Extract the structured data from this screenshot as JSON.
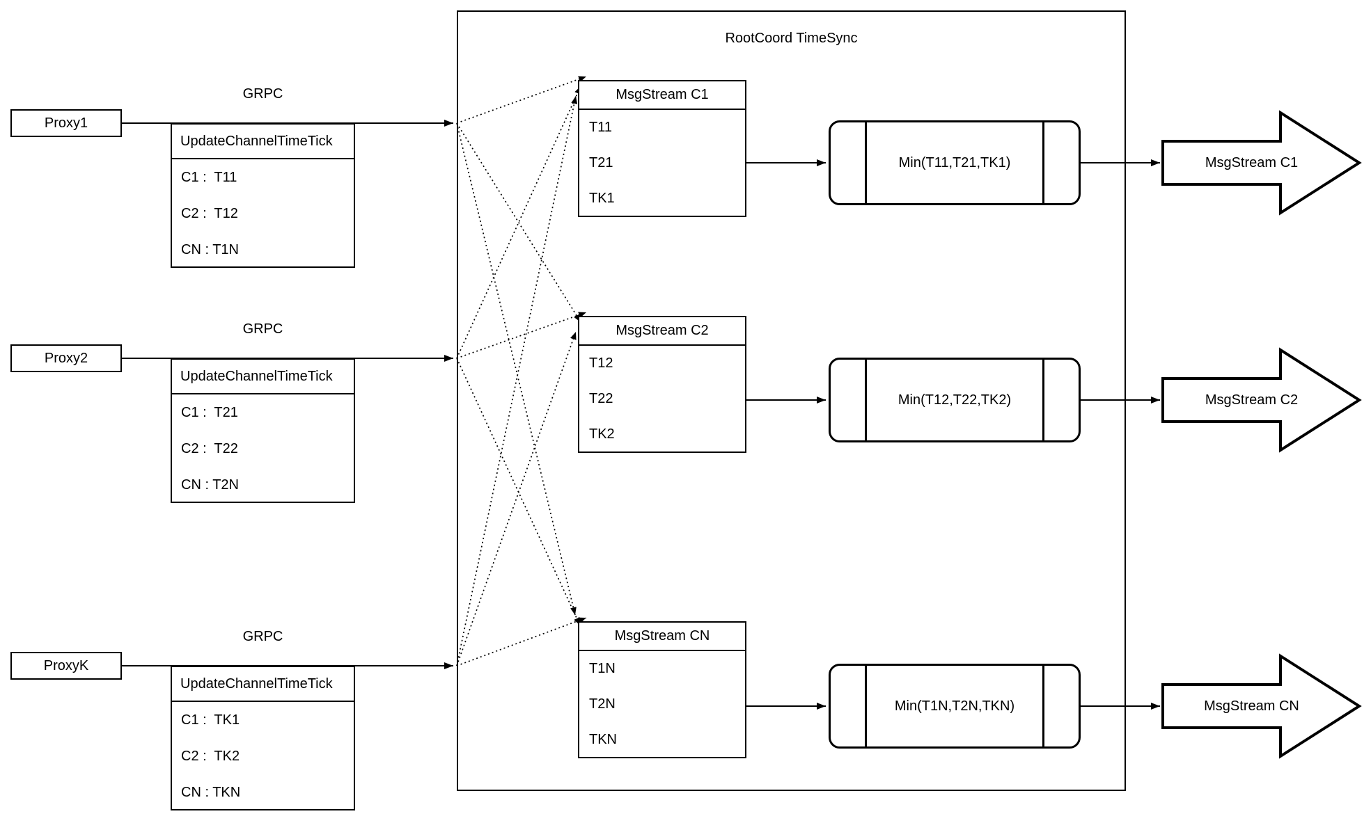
{
  "diagram": {
    "container_title": "RootCoord TimeSync",
    "grpc_label": "GRPC",
    "colors": {
      "stroke": "#000000",
      "background": "#ffffff"
    },
    "rows": [
      {
        "proxy": "Proxy1",
        "update_table": {
          "header": "UpdateChannelTimeTick",
          "entries": [
            "C1 :  T11",
            "C2 :  T12",
            "CN : T1N"
          ]
        },
        "msgstream_table": {
          "header": "MsgStream C1",
          "entries": [
            "T11",
            "T21",
            "TK1"
          ]
        },
        "min_label": "Min(T11,T21,TK1)",
        "output_arrow": "MsgStream C1"
      },
      {
        "proxy": "Proxy2",
        "update_table": {
          "header": "UpdateChannelTimeTick",
          "entries": [
            "C1 :  T21",
            "C2 :  T22",
            "CN : T2N"
          ]
        },
        "msgstream_table": {
          "header": "MsgStream C2",
          "entries": [
            "T12",
            "T22",
            "TK2"
          ]
        },
        "min_label": "Min(T12,T22,TK2)",
        "output_arrow": "MsgStream C2"
      },
      {
        "proxy": "ProxyK",
        "update_table": {
          "header": "UpdateChannelTimeTick",
          "entries": [
            "C1 :  TK1",
            "C2 :  TK2",
            "CN : TKN"
          ]
        },
        "msgstream_table": {
          "header": "MsgStream CN",
          "entries": [
            "T1N",
            "T2N",
            "TKN"
          ]
        },
        "min_label": "Min(T1N,T2N,TKN)",
        "output_arrow": "MsgStream CN"
      }
    ]
  }
}
